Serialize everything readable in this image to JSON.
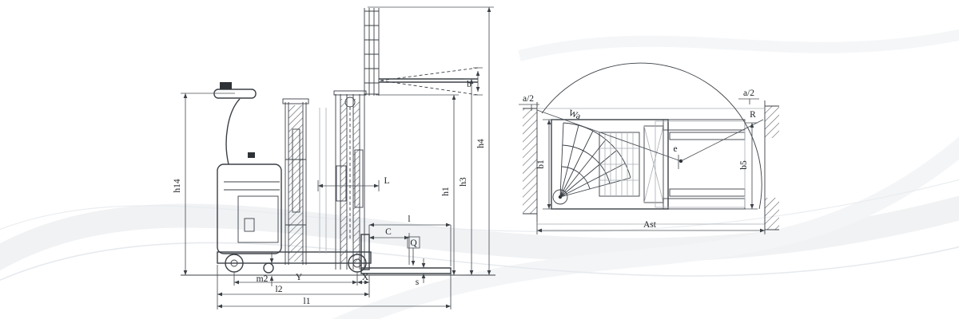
{
  "colors": {
    "line": "#3b4046",
    "dimension": "#4b5056",
    "text": "#202428",
    "background": "#ffffff",
    "swoosh": "#e9ecef"
  },
  "side_view": {
    "labels": {
      "h14": "h14",
      "h1": "h1",
      "h3": "h3",
      "h4": "h4",
      "b": "b",
      "L": "L",
      "l": "l",
      "C": "C",
      "Q": "Q",
      "s": "s",
      "m2": "m2",
      "Y": "Y",
      "X": "X",
      "l2": "l2",
      "l1": "l1"
    }
  },
  "top_view": {
    "labels": {
      "a2_left": "a/2",
      "a2_right": "a/2",
      "Wa": "Wa",
      "R": "R",
      "b1": "b1",
      "b5": "b5",
      "e": "e",
      "Ast": "Ast"
    }
  }
}
